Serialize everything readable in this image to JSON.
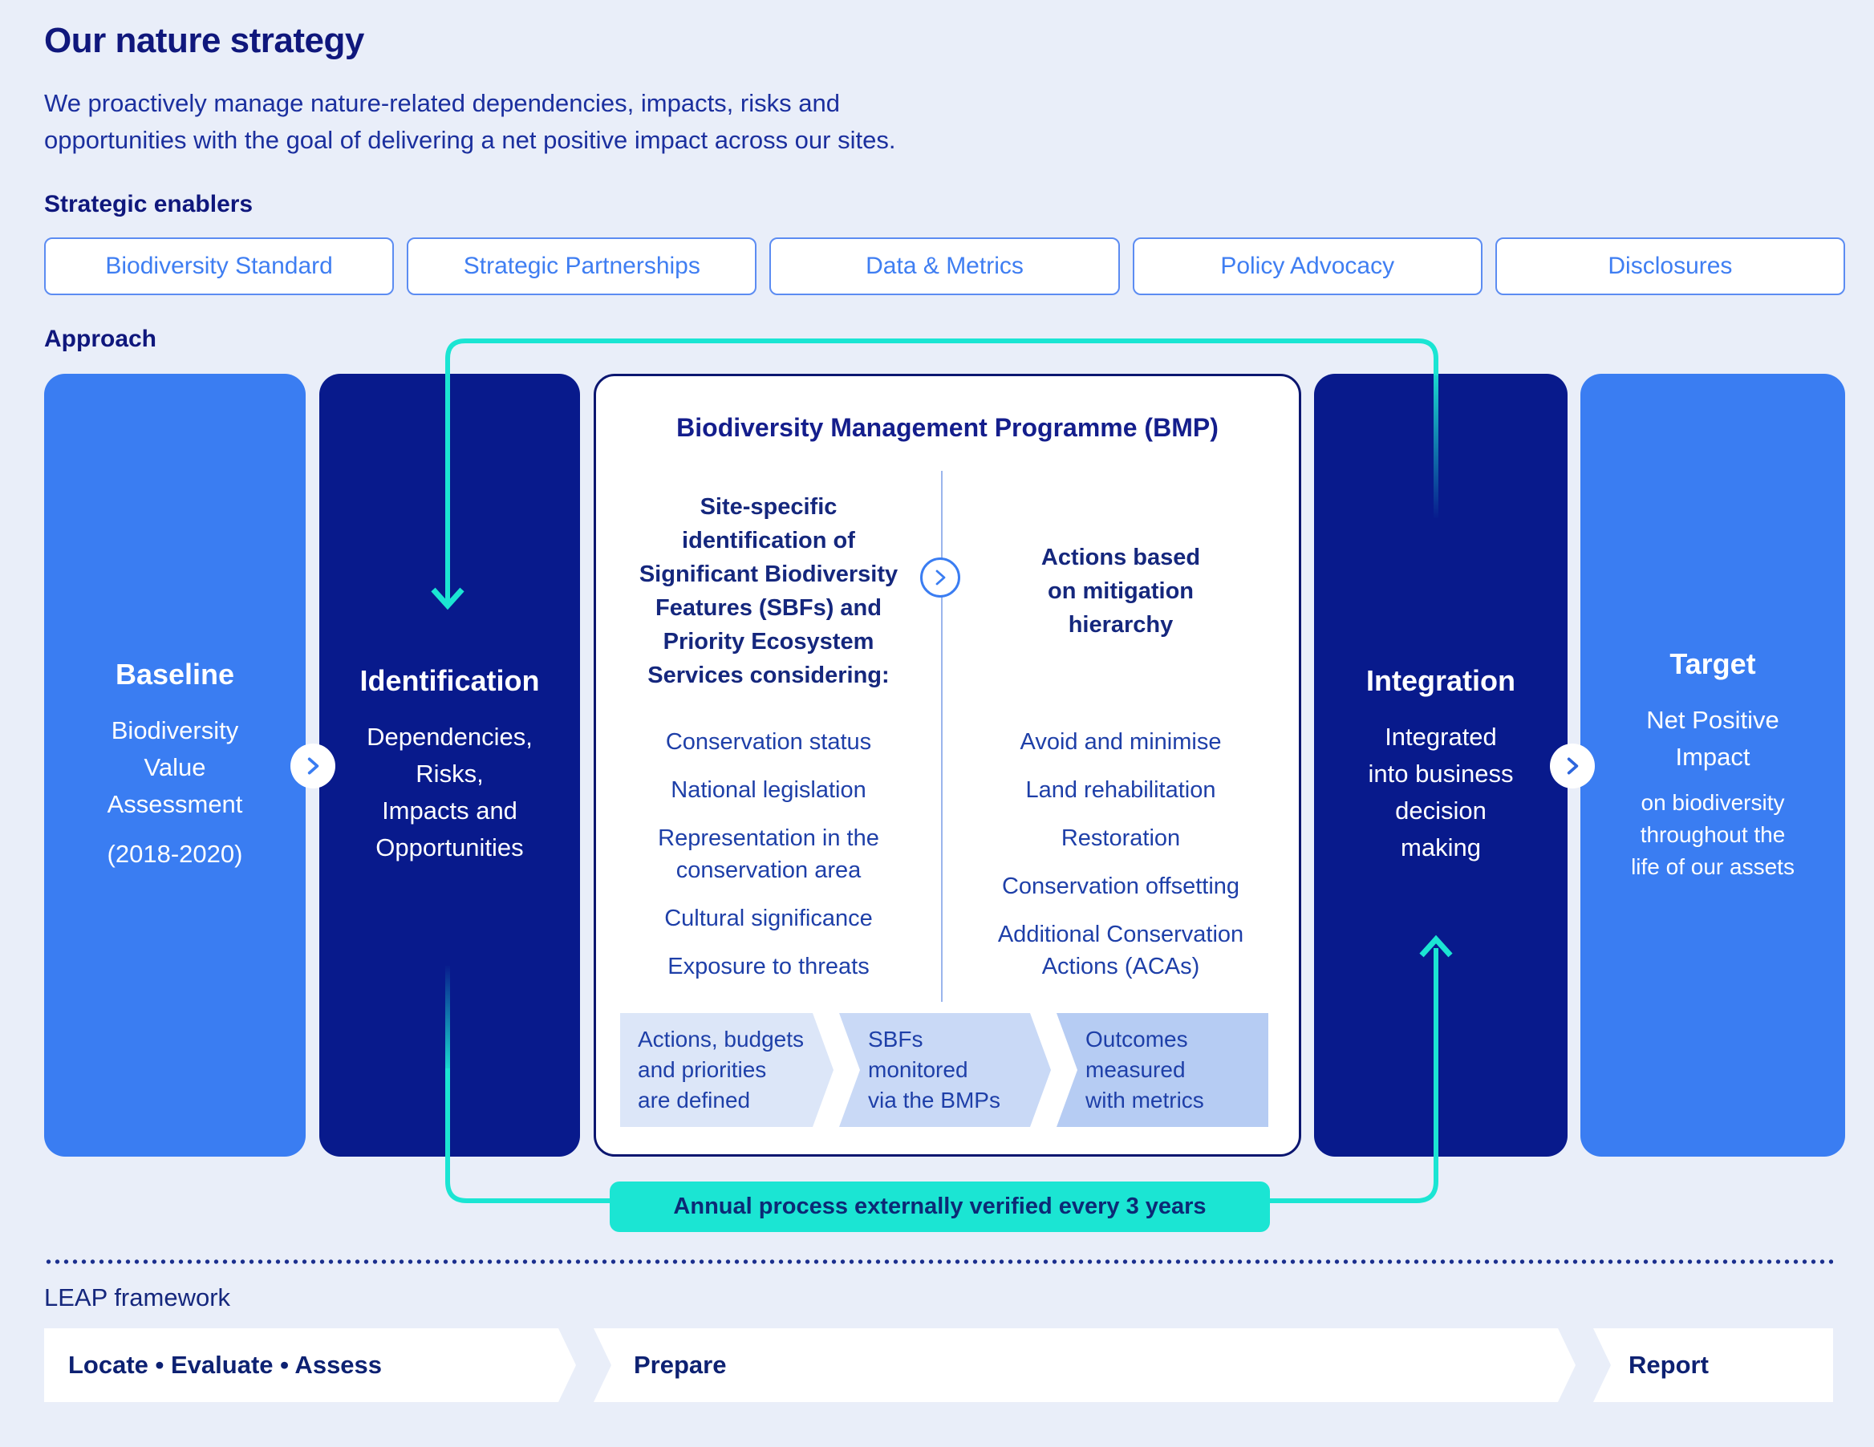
{
  "page": {
    "title": "Our nature strategy",
    "subtitle": "We proactively manage nature-related dependencies, impacts, risks and\nopportunities with the goal of delivering a net positive impact across our sites."
  },
  "strategic_enablers": {
    "heading": "Strategic enablers",
    "items": [
      "Biodiversity Standard",
      "Strategic Partnerships",
      "Data & Metrics",
      "Policy Advocacy",
      "Disclosures"
    ]
  },
  "approach": {
    "heading": "Approach",
    "baseline": {
      "title": "Baseline",
      "body": "Biodiversity\nValue\nAssessment",
      "period": "(2018-2020)"
    },
    "identification": {
      "title": "Identification",
      "body": "Dependencies,\nRisks,\nImpacts and\nOpportunities"
    },
    "bmp": {
      "title": "Biodiversity Management Programme (BMP)",
      "left_column": {
        "heading": "Site-specific\nidentification of\nSignificant Biodiversity\nFeatures (SBFs) and\nPriority Ecosystem\nServices considering:",
        "items": [
          "Conservation status",
          "National legislation",
          "Representation in the\nconservation area",
          "Cultural significance",
          "Exposure to threats"
        ]
      },
      "right_column": {
        "heading": "Actions based\non mitigation\nhierarchy",
        "items": [
          "Avoid and minimise",
          "Land rehabilitation",
          "Restoration",
          "Conservation offsetting",
          "Additional Conservation\nActions (ACAs)"
        ]
      },
      "process_steps": [
        "Actions, budgets\nand priorities\nare defined",
        "SBFs\nmonitored\nvia the BMPs",
        "Outcomes\nmeasured\nwith metrics"
      ]
    },
    "integration": {
      "title": "Integration",
      "body": "Integrated\ninto business\ndecision\nmaking"
    },
    "target": {
      "title": "Target",
      "body": "Net Positive\nImpact",
      "note": "on biodiversity\nthroughout the\nlife of our assets"
    },
    "banner": "Annual process externally verified every 3 years"
  },
  "leap": {
    "heading": "LEAP framework",
    "segments": [
      "Locate • Evaluate • Assess",
      "Prepare",
      "Report"
    ]
  },
  "colors": {
    "background": "#E9EEF9",
    "deep_navy_card": "#081A8C",
    "bright_blue_card": "#3A7DF2",
    "accent_teal": "#1BE5D3",
    "chip_text_blue": "#3F7EF2",
    "heading_navy": "#0F177C",
    "body_navy": "#1E3FA8",
    "banner_text_navy": "#0C2A75",
    "process_step_bgs": [
      "#DCE6F8",
      "#C9D9F6",
      "#B6CCF3"
    ]
  }
}
